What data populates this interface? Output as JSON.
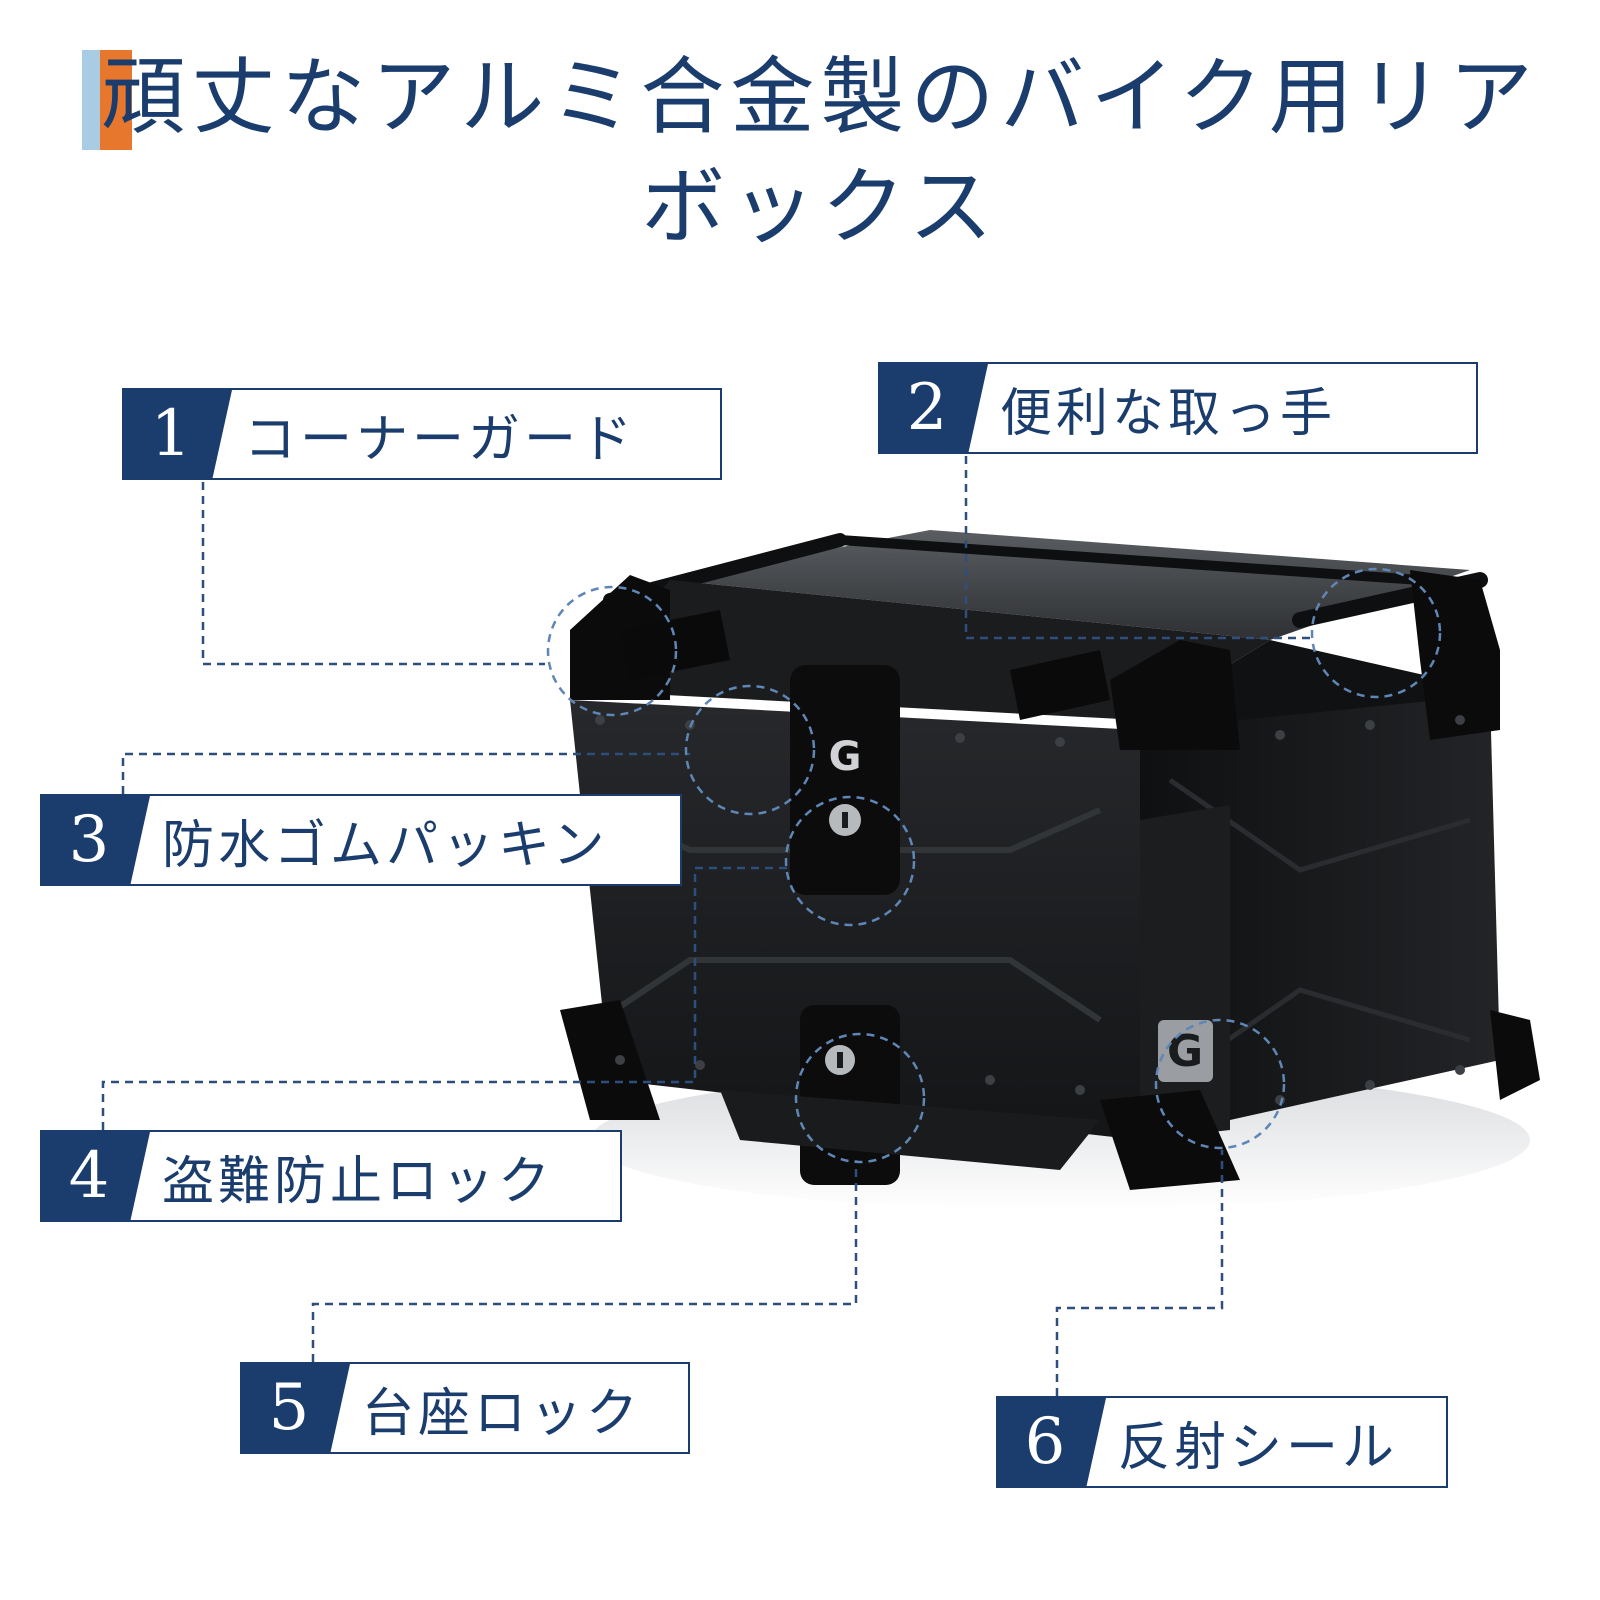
{
  "title": "頑丈なアルミ合金製のバイク用リアボックス",
  "accent_colors": {
    "navy": "#1a3d6d",
    "light_blue": "#a9cce5",
    "orange": "#e8772e"
  },
  "callouts": [
    {
      "number": "1",
      "label": "コーナーガード"
    },
    {
      "number": "2",
      "label": "便利な取っ手"
    },
    {
      "number": "3",
      "label": "防水ゴムパッキン"
    },
    {
      "number": "4",
      "label": "盗難防止ロック"
    },
    {
      "number": "5",
      "label": "台座ロック"
    },
    {
      "number": "6",
      "label": "反射シール"
    }
  ]
}
